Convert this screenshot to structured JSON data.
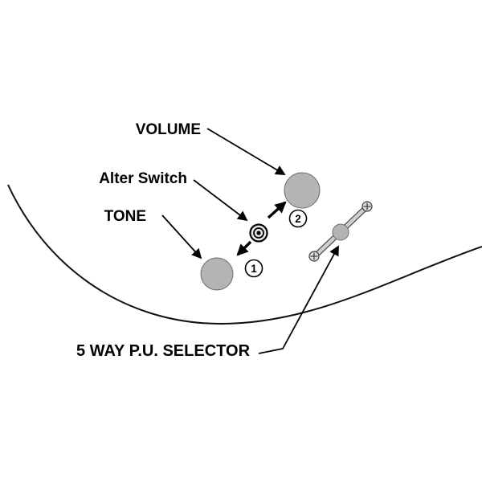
{
  "diagram": {
    "background": "#ffffff",
    "line_color": "#000000",
    "knob_fill": "#b4b4b4",
    "lever_fill": "#cfcfcf",
    "screw_fill": "#d9d9d9",
    "labels": {
      "volume": "VOLUME",
      "alter_switch": "Alter Switch",
      "tone": "TONE",
      "selector": "5 WAY P.U. SELECTOR"
    },
    "position_markers": {
      "one": "1",
      "two": "2"
    },
    "icons": {
      "volume_knob": "volume-knob-icon",
      "tone_knob": "tone-knob-icon",
      "alter_switch_button": "alter-switch-button-icon",
      "selector_lever": "pickup-selector-lever-icon",
      "selector_screw": "screw-icon",
      "arrows": "arrow-icon"
    }
  }
}
